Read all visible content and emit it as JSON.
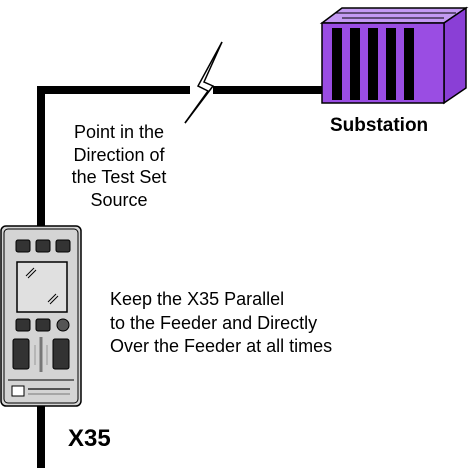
{
  "labels": {
    "substation": "Substation",
    "device": "X35",
    "direction_lines": [
      "Point in the",
      "Direction of",
      "the Test Set",
      "Source"
    ],
    "instruction_lines": [
      "Keep the X35 Parallel",
      "to the Feeder and Directly",
      "Over the Feeder at all times"
    ]
  },
  "colors": {
    "substation_fill": "#9a4de3",
    "substation_fill_light": "#c49af3",
    "feeder_line": "#000000",
    "device_body": "#d4d4d4"
  }
}
